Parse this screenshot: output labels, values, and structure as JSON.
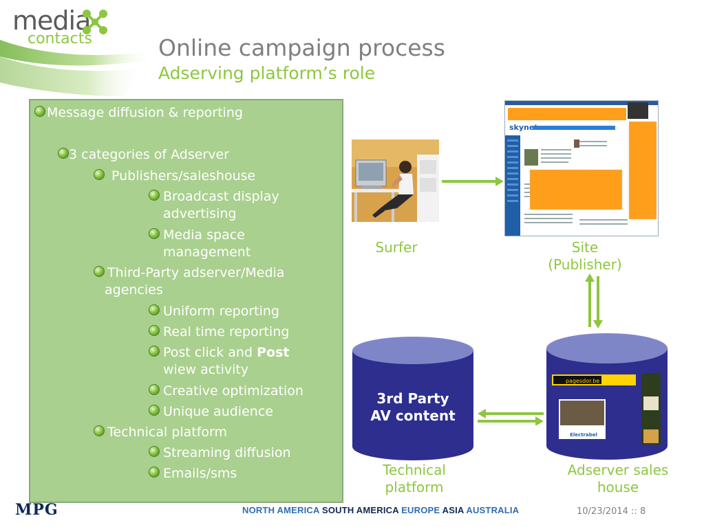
{
  "logo": {
    "media": "media",
    "contacts": "contacts"
  },
  "header": {
    "title": "Online campaign process",
    "subtitle": "Adserving platform’s role"
  },
  "list": [
    {
      "text": "Message diffusion & reporting",
      "level": 0,
      "color": "white"
    },
    {
      "text": "3 categories of Adserver",
      "level": 1,
      "color": "white"
    },
    {
      "text": "Publishers/saleshouse",
      "level": 2,
      "color": "white"
    },
    {
      "text": "Broadcast display",
      "text2": "advertising",
      "level": 3,
      "color": "white"
    },
    {
      "text": "Media space",
      "text2": "management",
      "level": 3,
      "color": "white"
    },
    {
      "text": "Third-Party adserver/Media",
      "text2": "agencies",
      "level": 2,
      "color": "white"
    },
    {
      "text": "Uniform reporting",
      "level": 3,
      "color": "white"
    },
    {
      "text": "Real time reporting",
      "level": 3,
      "color": "white"
    },
    {
      "text": "Post click and ",
      "bold": "Post",
      "text2": "wiew activity",
      "level": 3,
      "color": "white"
    },
    {
      "text": "Creative optimization",
      "level": 3,
      "color": "white"
    },
    {
      "text": "Unique audience",
      "level": 3,
      "color": "white"
    },
    {
      "text": "Technical platform",
      "level": 2,
      "color": "white"
    },
    {
      "text": "Streaming diffusion",
      "level": 3,
      "color": "white"
    },
    {
      "text": "Emails/sms",
      "level": 3,
      "color": "white"
    }
  ],
  "diagram": {
    "surfer": "Surfer",
    "site_line1": "Site",
    "site_line2": "(Publisher)",
    "third_party_line1": "3rd Party",
    "third_party_line2": "AV content",
    "technical_line1": "Technical",
    "technical_line2": "platform",
    "adserver_line1": "Adserver sales",
    "adserver_line2": "house",
    "site_brand": "skynet",
    "banner_brand": "pagesdor.be",
    "ad_brand": "Electrabel"
  },
  "footer": {
    "brand": "MPG",
    "regions": [
      {
        "name": "NORTH AMERICA",
        "color": "#2e6db4"
      },
      {
        "name": "SOUTH AMERICA",
        "color": "#0d2a55"
      },
      {
        "name": "EUROPE",
        "color": "#2e6db4"
      },
      {
        "name": "ASIA",
        "color": "#0d2a55"
      },
      {
        "name": "AUSTRALIA",
        "color": "#2e6db4"
      }
    ],
    "date_page": "10/23/2014 :: 8"
  },
  "colors": {
    "accent_green": "#8dc63f",
    "panel_green": "#a9d08e",
    "cylinder_blue": "#2e2e8f",
    "cylinder_top": "#7f86c8",
    "arrow_green": "#8dc63f"
  }
}
